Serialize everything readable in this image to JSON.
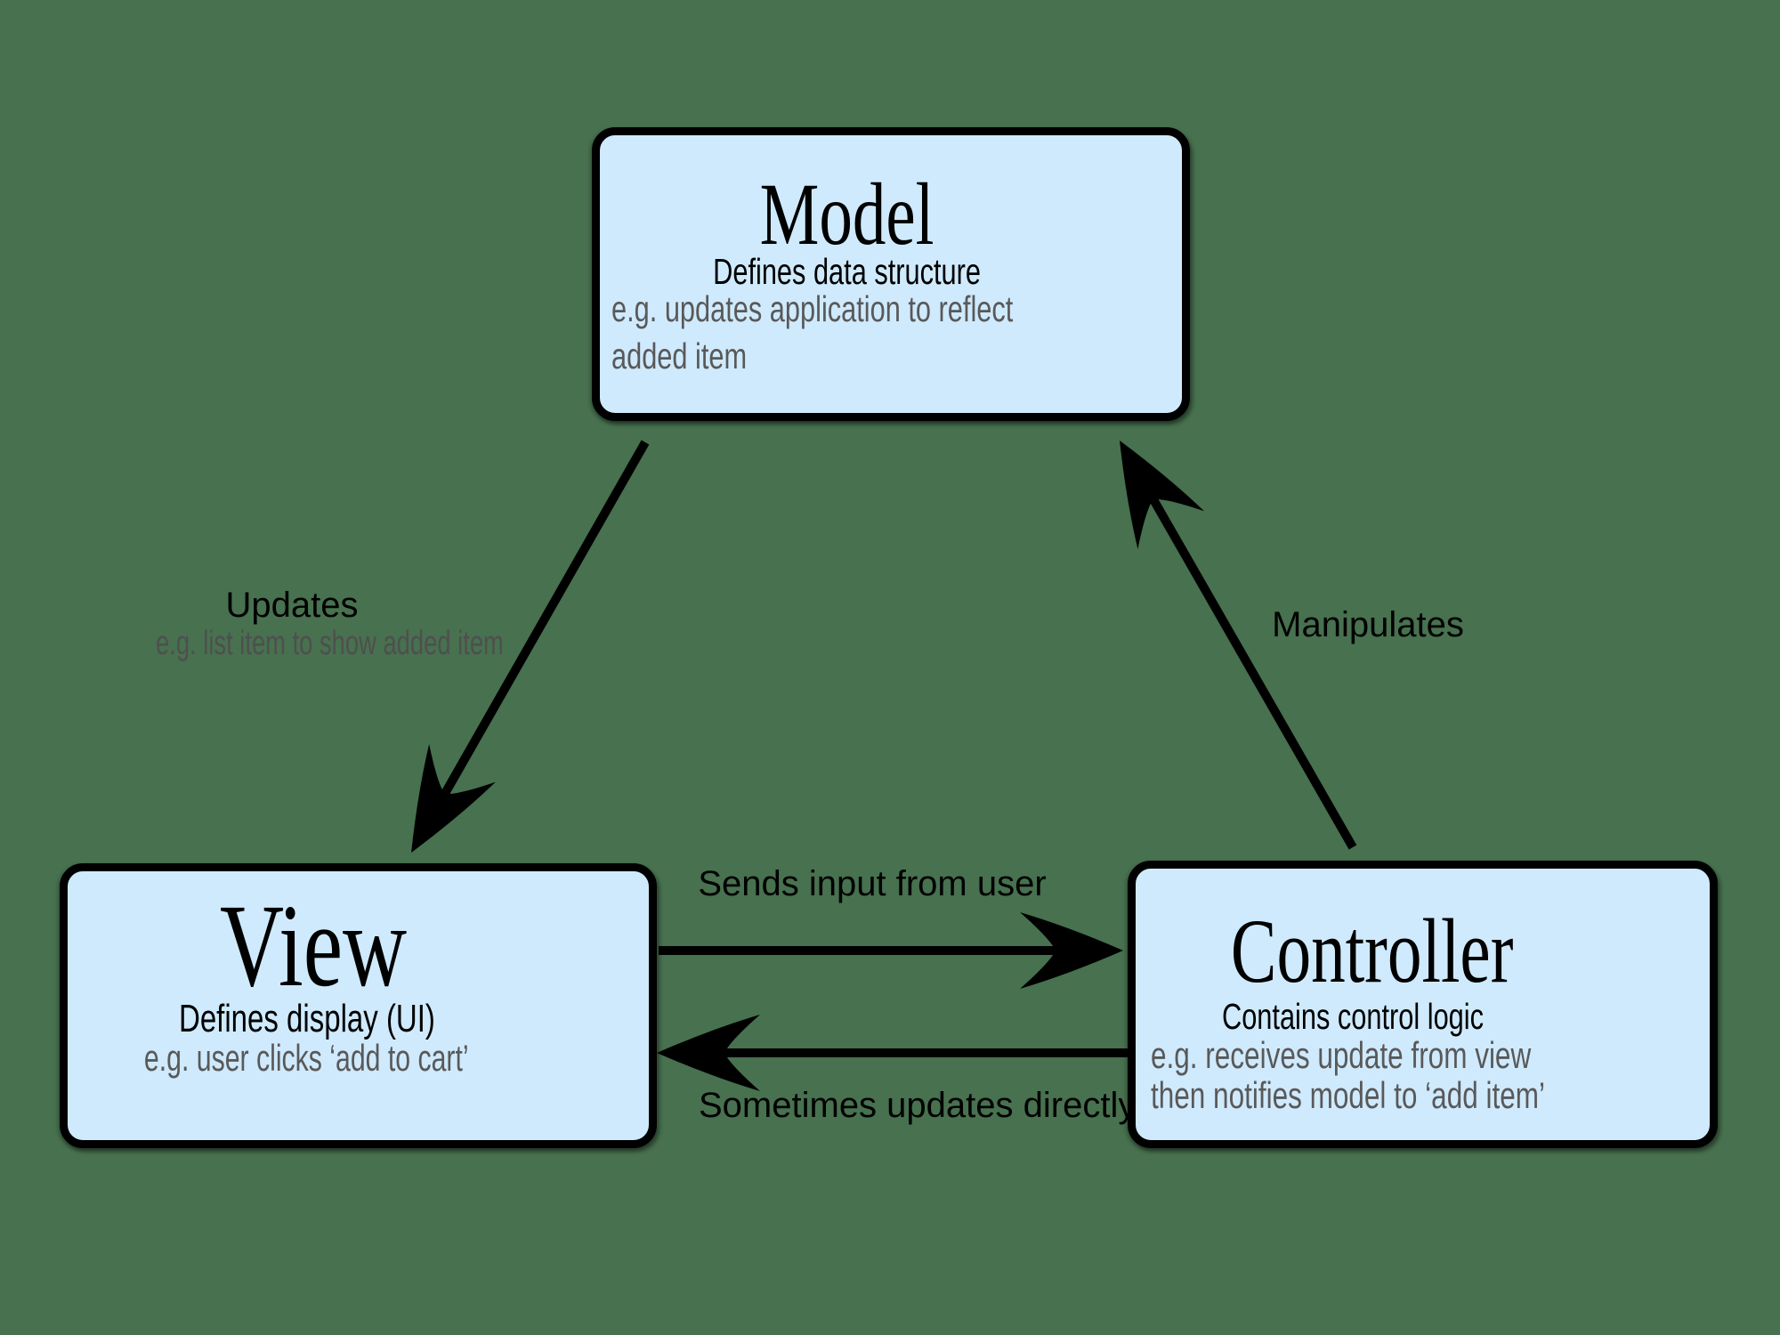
{
  "colors": {
    "background": "#47714F",
    "box_fill": "#CFEAFD",
    "box_border": "#000000",
    "text": "#000000",
    "muted_text": "#595959",
    "arrow": "#000000"
  },
  "boxes": {
    "model": {
      "title": "Model",
      "subtitle": "Defines data structure",
      "example_lines": [
        "e.g. updates application to reflect",
        "added item"
      ]
    },
    "view": {
      "title": "View",
      "subtitle": "Defines display (UI)",
      "example_lines": [
        "e.g. user clicks ‘add to cart’"
      ]
    },
    "controller": {
      "title": "Controller",
      "subtitle": "Contains control logic",
      "example_lines": [
        "e.g. receives update from view",
        "then notifies model to ‘add item’"
      ]
    }
  },
  "arrows": {
    "model_to_view": {
      "label": "Updates",
      "sublabel": "e.g. list item to show added item",
      "from": "Model",
      "to": "View"
    },
    "controller_to_model": {
      "label": "Manipulates",
      "from": "Controller",
      "to": "Model"
    },
    "view_to_controller": {
      "label": "Sends input from user",
      "from": "View",
      "to": "Controller"
    },
    "controller_to_view": {
      "label": "Sometimes updates directly",
      "from": "Controller",
      "to": "View"
    }
  }
}
